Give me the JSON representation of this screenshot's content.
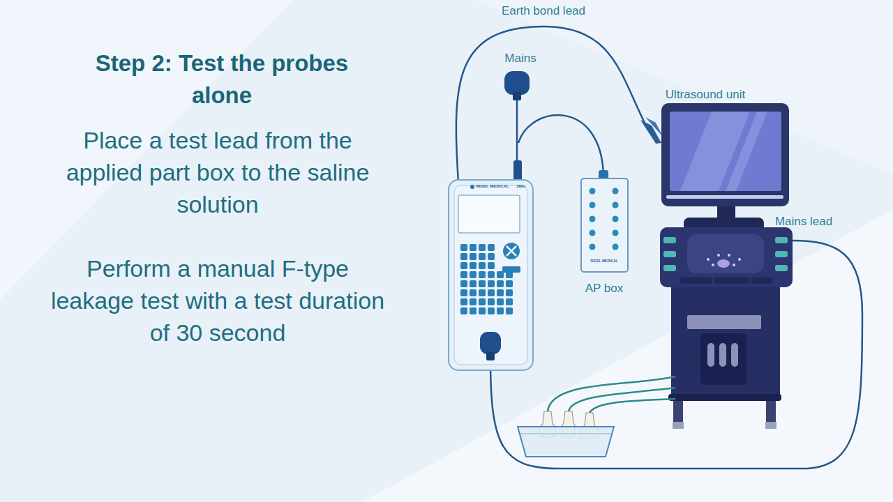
{
  "diagram": {
    "title": "Step 2: Test the probes alone",
    "labels": [
      "Place a test lead from the applied part box to the saline solution",
      "Perform a manual F-type leakage test with a test duration of 30 second",
      "Earth bond lead",
      "Mains",
      "Ultrasound unit",
      "Mains lead",
      "AP box",
      "RIGEL MEDICAL",
      "288+",
      "RIGEL MEDICAL"
    ]
  }
}
